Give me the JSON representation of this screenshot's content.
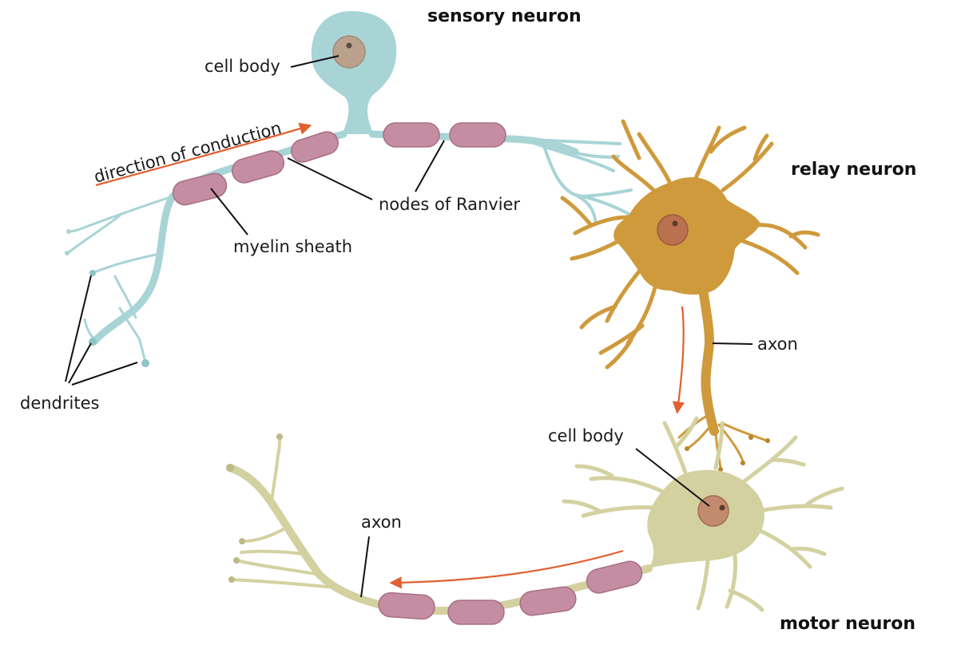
{
  "titles": {
    "sensory": "sensory neuron",
    "relay": "relay neuron",
    "motor": "motor neuron"
  },
  "labels": {
    "cell_body_sensory": "cell body",
    "direction": "direction of conduction",
    "nodes": "nodes of Ranvier",
    "myelin": "myelin sheath",
    "dendrites": "dendrites",
    "axon_relay": "axon",
    "cell_body_motor": "cell body",
    "axon_motor": "axon"
  },
  "colors": {
    "sensory": "#a8d4d6",
    "sensory_dark": "#8cc4c8",
    "myelin": "#c48da1",
    "myelin_edge": "#a86e85",
    "relay": "#cf9a3c",
    "relay_dark": "#b9842a",
    "motor": "#d4d1a1",
    "motor_dark": "#bdb988",
    "nucleus": "#b68c72",
    "arrow": "#e0602f"
  }
}
